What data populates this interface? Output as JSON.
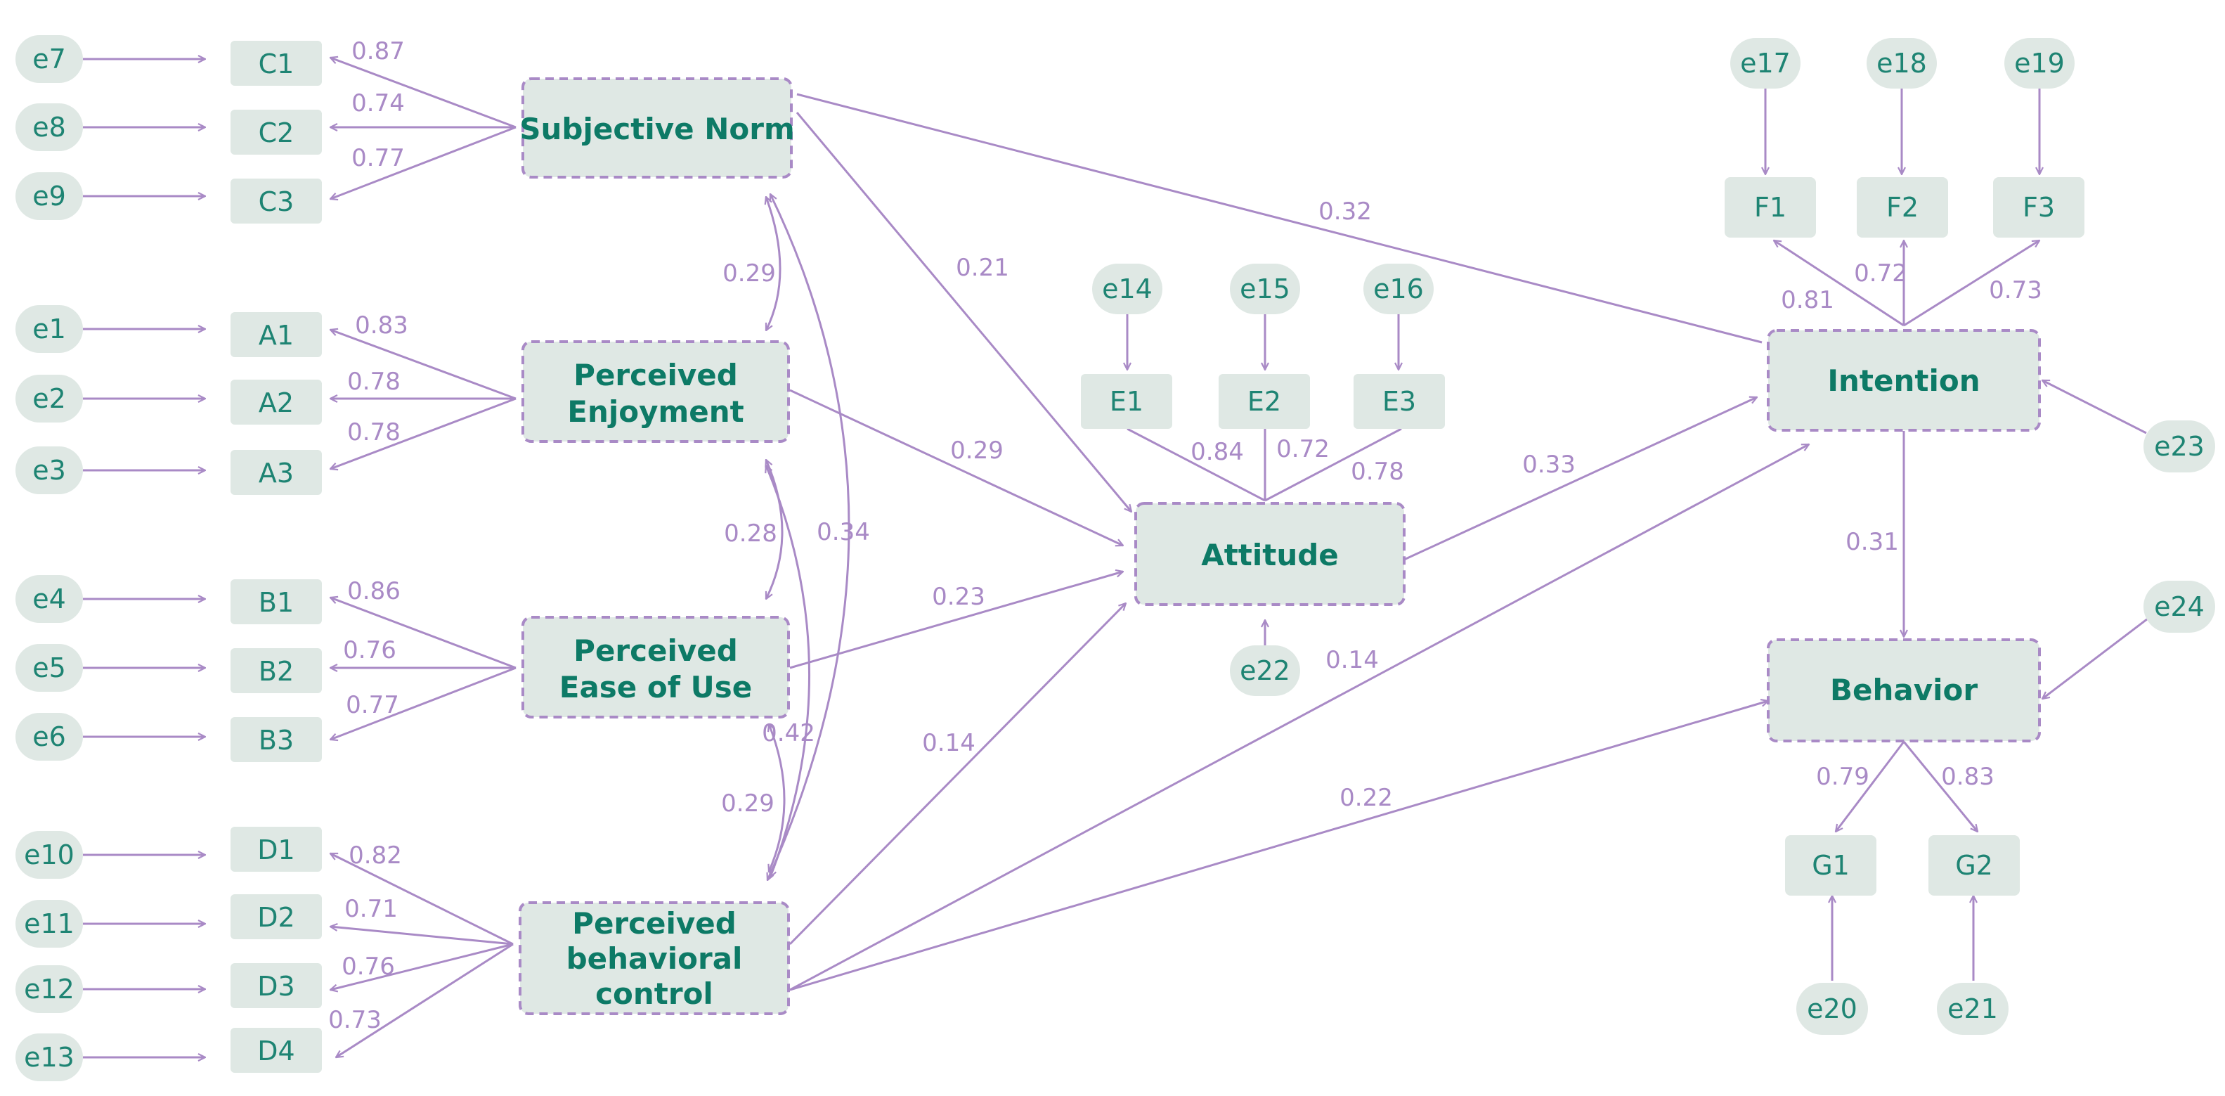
{
  "colors": {
    "node_fill": "#dfe8e4",
    "node_text": "#1e8473",
    "latent_text": "#0d7a66",
    "edge": "#a98ac6"
  },
  "latents": {
    "sn": [
      "Subjective Norm"
    ],
    "pe": [
      "Perceived",
      "Enjoyment"
    ],
    "peou": [
      "Perceived",
      "Ease of Use"
    ],
    "pbc": [
      "Perceived",
      "behavioral",
      "control"
    ],
    "att": [
      "Attitude"
    ],
    "int": [
      "Intention"
    ],
    "beh": [
      "Behavior"
    ]
  },
  "indicators": {
    "C1": "C1",
    "C2": "C2",
    "C3": "C3",
    "A1": "A1",
    "A2": "A2",
    "A3": "A3",
    "B1": "B1",
    "B2": "B2",
    "B3": "B3",
    "D1": "D1",
    "D2": "D2",
    "D3": "D3",
    "D4": "D4",
    "E1": "E1",
    "E2": "E2",
    "E3": "E3",
    "F1": "F1",
    "F2": "F2",
    "F3": "F3",
    "G1": "G1",
    "G2": "G2"
  },
  "errors": {
    "e1": "e1",
    "e2": "e2",
    "e3": "e3",
    "e4": "e4",
    "e5": "e5",
    "e6": "e6",
    "e7": "e7",
    "e8": "e8",
    "e9": "e9",
    "e10": "e10",
    "e11": "e11",
    "e12": "e12",
    "e13": "e13",
    "e14": "e14",
    "e15": "e15",
    "e16": "e16",
    "e17": "e17",
    "e18": "e18",
    "e19": "e19",
    "e20": "e20",
    "e21": "e21",
    "e22": "e22",
    "e23": "e23",
    "e24": "e24"
  },
  "loadings": {
    "C1": "0.87",
    "C2": "0.74",
    "C3": "0.77",
    "A1": "0.83",
    "A2": "0.78",
    "A3": "0.78",
    "B1": "0.86",
    "B2": "0.76",
    "B3": "0.77",
    "D1": "0.82",
    "D2": "0.71",
    "D3": "0.76",
    "D4": "0.73",
    "E1": "0.84",
    "E2": "0.72",
    "E3": "0.78",
    "F1": "0.81",
    "F2": "0.72",
    "F3": "0.73",
    "G1": "0.79",
    "G2": "0.83"
  },
  "paths": {
    "sn_int": "0.32",
    "sn_att": "0.21",
    "pe_att": "0.29",
    "peou_att": "0.23",
    "pbc_att": "0.14",
    "pbc_int": "0.14",
    "pbc_beh": "0.22",
    "att_int": "0.33",
    "int_beh": "0.31"
  },
  "correlations": {
    "sn_pe": "0.29",
    "pe_peou": "0.28",
    "sn_pbc": "0.34",
    "pe_pbc": "0.42",
    "peou_pbc": "0.29"
  }
}
